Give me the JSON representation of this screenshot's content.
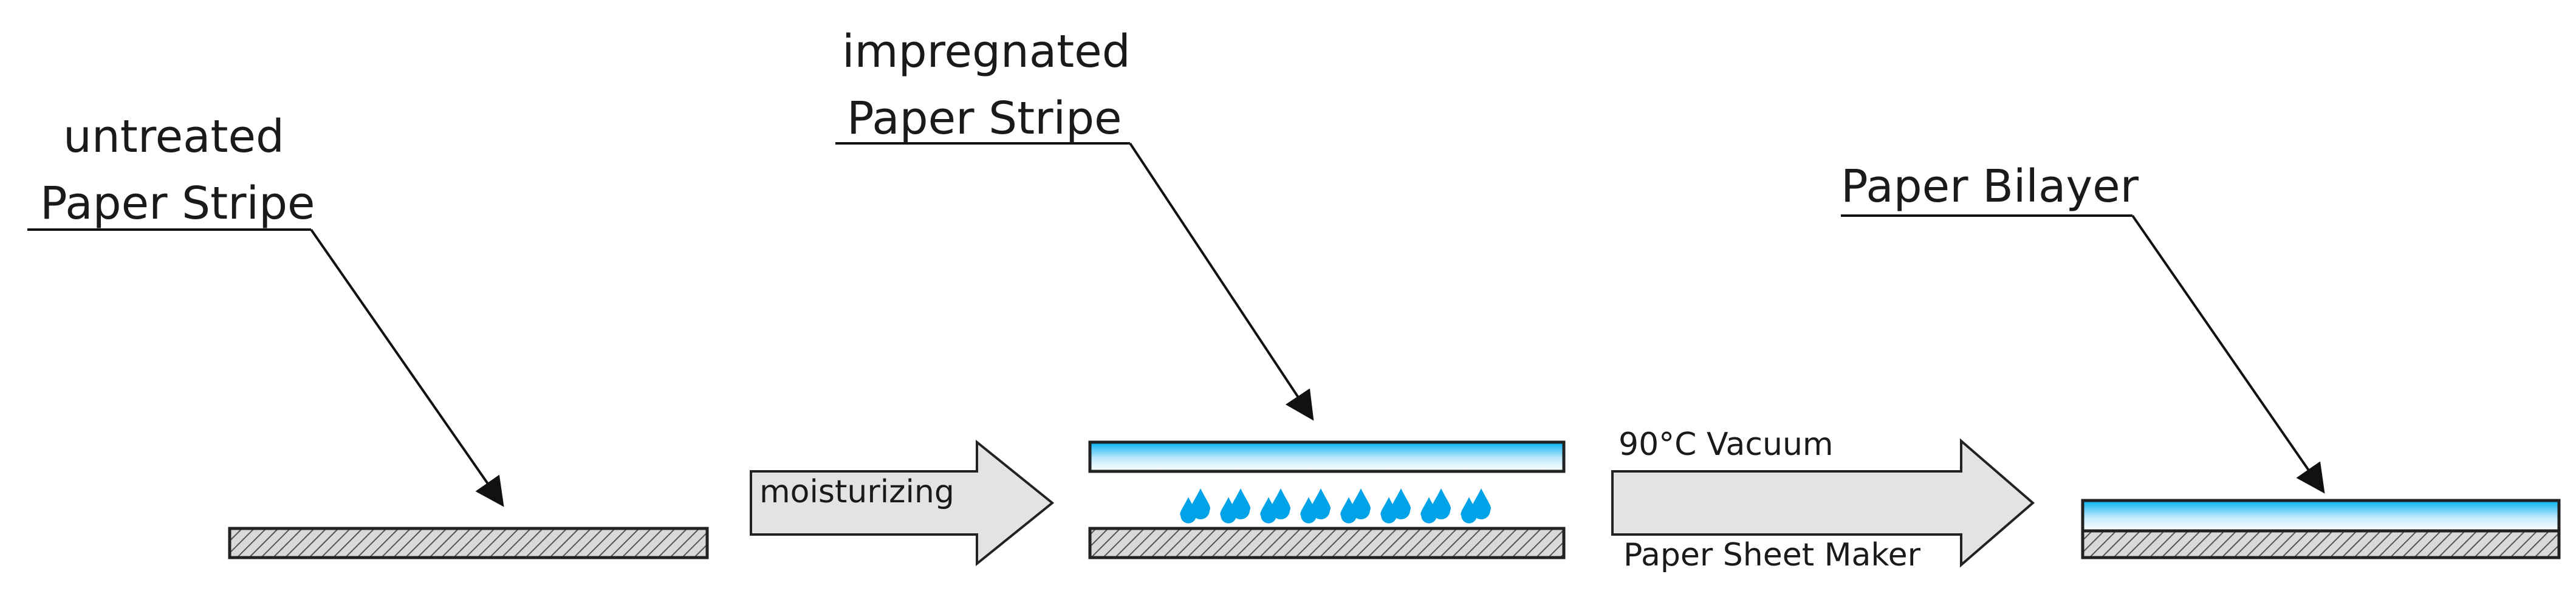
{
  "labels": {
    "untreated_line1": "untreated",
    "untreated_line2": "Paper Stripe",
    "impregnated_line1": "impregnated",
    "impregnated_line2": "Paper Stripe",
    "bilayer": "Paper Bilayer"
  },
  "arrows": {
    "step1": "moisturizing",
    "step2_top": "90°C Vacuum",
    "step2_bottom": "Paper Sheet Maker"
  },
  "colors": {
    "paper_hatch": "#555555",
    "paper_fill": "#d9d9d9",
    "impregnation_blue": "#00b0f0",
    "droplet_blue": "#00a2e8",
    "process_arrow_fill": "#e3e3e3",
    "outline": "#222222"
  },
  "droplet_count": 8
}
